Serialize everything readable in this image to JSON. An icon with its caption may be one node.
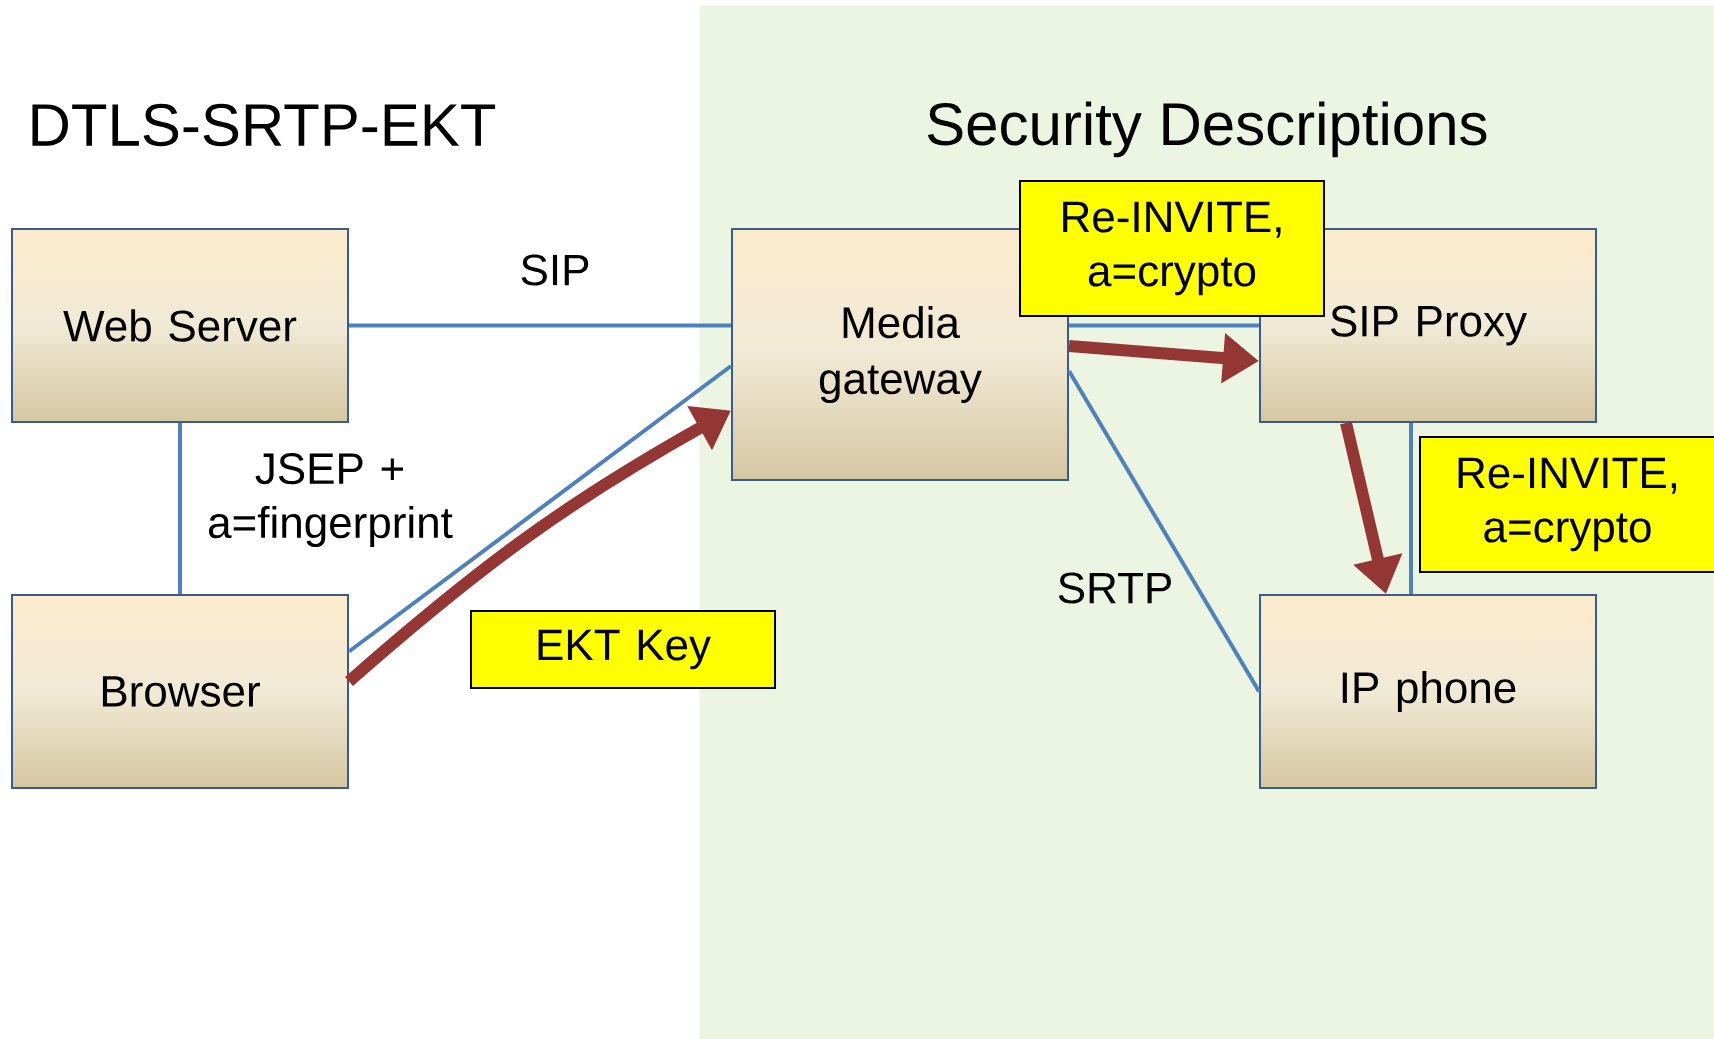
{
  "diagram": {
    "nodes": [
      {
        "text": [
          "Security Descriptions"
        ]
      },
      {
        "text": [
          "Web Server"
        ]
      },
      {
        "text": [
          "Browser"
        ]
      },
      {
        "text": [
          "Media gateway"
        ],
        "in": 0
      },
      {
        "text": [
          "SIP Proxy"
        ],
        "in": 0
      },
      {
        "text": [
          "IP phone"
        ],
        "in": 0
      },
      {
        "text": [
          "EKT Key"
        ]
      },
      {
        "text": [
          "Re-INVITE, a=crypto"
        ],
        "in": 0
      },
      {
        "text": [
          "Re-INVITE, a=crypto"
        ],
        "in": 0
      }
    ],
    "edges": [
      {
        "from": 1,
        "to": 3,
        "arrow": "none",
        "label": "SIP"
      },
      {
        "from": 1,
        "to": 2,
        "arrow": "none",
        "label": "JSEP + a=fingerprint"
      },
      {
        "from": 2,
        "to": 3,
        "arrow": "none"
      },
      {
        "from": 3,
        "to": 4,
        "arrow": "none"
      },
      {
        "from": 3,
        "to": 5,
        "arrow": "none",
        "label": "SRTP"
      },
      {
        "from": 4,
        "to": 5,
        "arrow": "none"
      },
      {
        "from": 2,
        "to": 3,
        "arrow": "to",
        "style": "thick",
        "color": "#943634"
      },
      {
        "from": 3,
        "to": 4,
        "arrow": "to",
        "style": "thick",
        "color": "#943634"
      },
      {
        "from": 4,
        "to": 5,
        "arrow": "to",
        "style": "thick",
        "color": "#943634"
      }
    ],
    "labels": [
      "DTLS-SRTP-EKT"
    ]
  }
}
